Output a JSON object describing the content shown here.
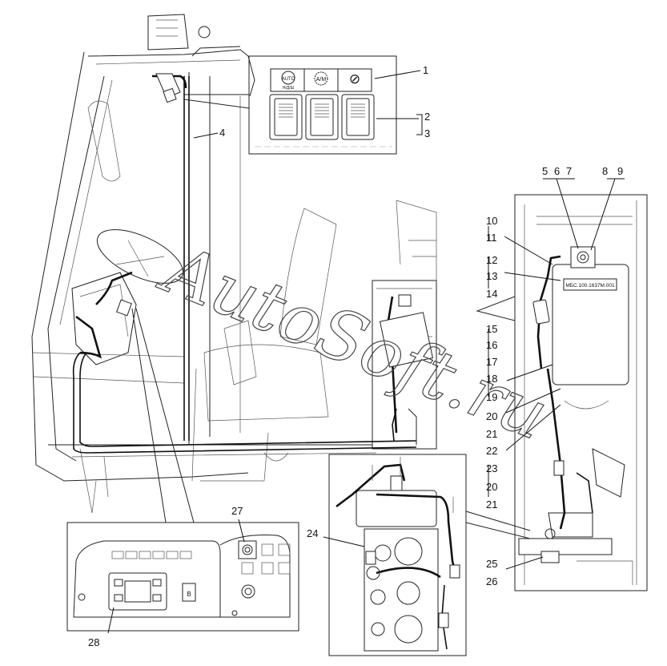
{
  "watermark": "AutoSoft.ru",
  "switch_panel": {
    "symbols": [
      "AUTO",
      "A/M",
      "⊘"
    ],
    "auto_sublabel": "Н/Д/Ш"
  },
  "label_plate": "МБС.100.1637М.001",
  "control_panel_button": "В",
  "callouts": [
    "1",
    "2",
    "3",
    "4",
    "5",
    "6",
    "7",
    "8",
    "9",
    "10",
    "11",
    "12",
    "13",
    "14",
    "15",
    "16",
    "17",
    "18",
    "19",
    "20",
    "21",
    "22",
    "23",
    "20",
    "21",
    "24",
    "25",
    "26",
    "27",
    "28"
  ]
}
